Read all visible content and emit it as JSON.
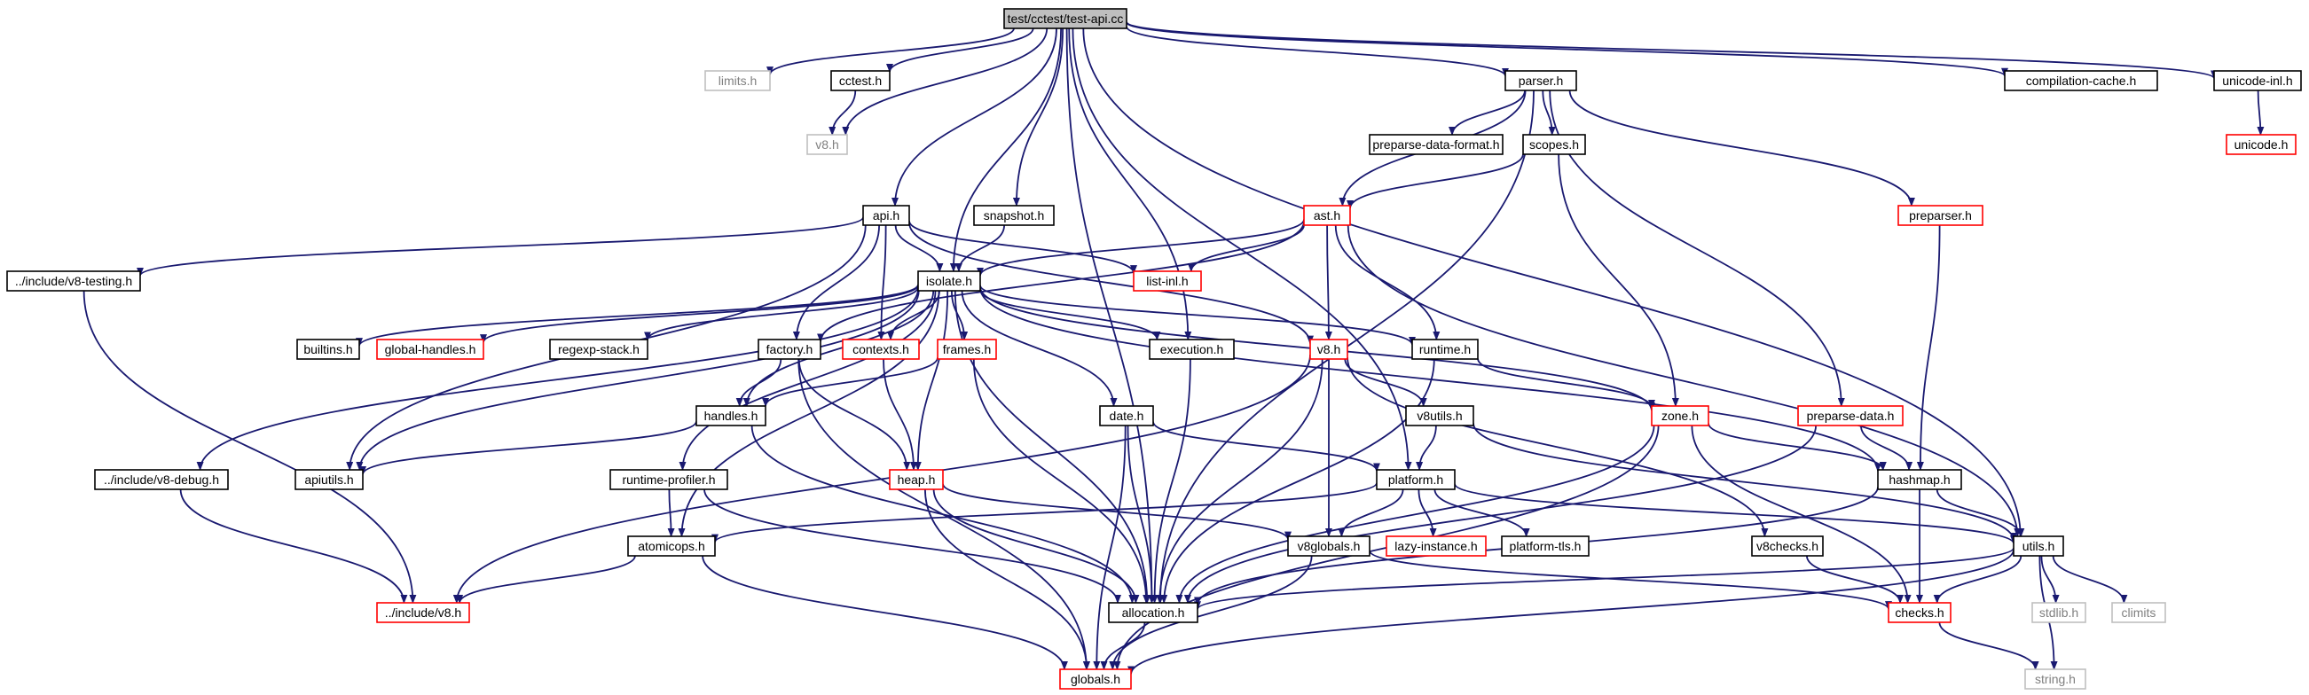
{
  "colors": {
    "edge": "#191970",
    "root_fill": "#bfbfbf",
    "node_border": "#000000",
    "linked_border": "#ff0000",
    "external_border": "#bfbfbf",
    "external_text": "#808080",
    "text": "#000000"
  },
  "nodes": [
    {
      "id": "root",
      "label": "test/cctest/test-api.cc",
      "kind": "root"
    },
    {
      "id": "limits",
      "label": "limits.h",
      "kind": "external"
    },
    {
      "id": "cctest",
      "label": "cctest.h",
      "kind": "normal"
    },
    {
      "id": "v8h_ext",
      "label": "v8.h",
      "kind": "external"
    },
    {
      "id": "parser",
      "label": "parser.h",
      "kind": "normal"
    },
    {
      "id": "ppdf",
      "label": "preparse-data-format.h",
      "kind": "normal"
    },
    {
      "id": "scopes",
      "label": "scopes.h",
      "kind": "normal"
    },
    {
      "id": "compcache",
      "label": "compilation-cache.h",
      "kind": "normal"
    },
    {
      "id": "unicodeinl",
      "label": "unicode-inl.h",
      "kind": "normal"
    },
    {
      "id": "unicode",
      "label": "unicode.h",
      "kind": "linked"
    },
    {
      "id": "api",
      "label": "api.h",
      "kind": "normal"
    },
    {
      "id": "snapshot",
      "label": "snapshot.h",
      "kind": "normal"
    },
    {
      "id": "ast",
      "label": "ast.h",
      "kind": "linked"
    },
    {
      "id": "preparser",
      "label": "preparser.h",
      "kind": "linked"
    },
    {
      "id": "v8testing",
      "label": "../include/v8-testing.h",
      "kind": "normal"
    },
    {
      "id": "isolate",
      "label": "isolate.h",
      "kind": "normal"
    },
    {
      "id": "listinl",
      "label": "list-inl.h",
      "kind": "linked"
    },
    {
      "id": "builtins",
      "label": "builtins.h",
      "kind": "normal"
    },
    {
      "id": "globalhandles",
      "label": "global-handles.h",
      "kind": "linked"
    },
    {
      "id": "regexpstack",
      "label": "regexp-stack.h",
      "kind": "normal"
    },
    {
      "id": "factory",
      "label": "factory.h",
      "kind": "normal"
    },
    {
      "id": "contexts",
      "label": "contexts.h",
      "kind": "linked"
    },
    {
      "id": "frames",
      "label": "frames.h",
      "kind": "linked"
    },
    {
      "id": "execution",
      "label": "execution.h",
      "kind": "normal"
    },
    {
      "id": "v8h",
      "label": "v8.h",
      "kind": "linked"
    },
    {
      "id": "runtime",
      "label": "runtime.h",
      "kind": "normal"
    },
    {
      "id": "preparsedata",
      "label": "preparse-data.h",
      "kind": "linked"
    },
    {
      "id": "handles",
      "label": "handles.h",
      "kind": "normal"
    },
    {
      "id": "date",
      "label": "date.h",
      "kind": "normal"
    },
    {
      "id": "v8utils",
      "label": "v8utils.h",
      "kind": "normal"
    },
    {
      "id": "zone",
      "label": "zone.h",
      "kind": "linked"
    },
    {
      "id": "v8debug",
      "label": "../include/v8-debug.h",
      "kind": "normal"
    },
    {
      "id": "apiutils",
      "label": "apiutils.h",
      "kind": "normal"
    },
    {
      "id": "rprofiler",
      "label": "runtime-profiler.h",
      "kind": "normal"
    },
    {
      "id": "heap",
      "label": "heap.h",
      "kind": "linked"
    },
    {
      "id": "platform",
      "label": "platform.h",
      "kind": "normal"
    },
    {
      "id": "hashmap",
      "label": "hashmap.h",
      "kind": "normal"
    },
    {
      "id": "atomicops",
      "label": "atomicops.h",
      "kind": "normal"
    },
    {
      "id": "v8globals",
      "label": "v8globals.h",
      "kind": "normal"
    },
    {
      "id": "lazyinst",
      "label": "lazy-instance.h",
      "kind": "linked"
    },
    {
      "id": "platformtls",
      "label": "platform-tls.h",
      "kind": "normal"
    },
    {
      "id": "v8checks",
      "label": "v8checks.h",
      "kind": "normal"
    },
    {
      "id": "utils",
      "label": "utils.h",
      "kind": "normal"
    },
    {
      "id": "incv8",
      "label": "../include/v8.h",
      "kind": "linked"
    },
    {
      "id": "allocation",
      "label": "allocation.h",
      "kind": "normal"
    },
    {
      "id": "checks",
      "label": "checks.h",
      "kind": "linked"
    },
    {
      "id": "stdlib",
      "label": "stdlib.h",
      "kind": "external"
    },
    {
      "id": "climits",
      "label": "climits",
      "kind": "external"
    },
    {
      "id": "globals",
      "label": "globals.h",
      "kind": "linked"
    },
    {
      "id": "string",
      "label": "string.h",
      "kind": "external"
    }
  ],
  "edges": [
    [
      "root",
      "limits"
    ],
    [
      "root",
      "cctest"
    ],
    [
      "root",
      "v8h_ext"
    ],
    [
      "root",
      "parser"
    ],
    [
      "root",
      "compcache"
    ],
    [
      "root",
      "unicodeinl"
    ],
    [
      "root",
      "api"
    ],
    [
      "root",
      "snapshot"
    ],
    [
      "root",
      "isolate"
    ],
    [
      "root",
      "execution"
    ],
    [
      "root",
      "platform"
    ],
    [
      "root",
      "utils"
    ],
    [
      "root",
      "allocation"
    ],
    [
      "cctest",
      "v8h_ext"
    ],
    [
      "unicodeinl",
      "unicode"
    ],
    [
      "parser",
      "ppdf"
    ],
    [
      "parser",
      "scopes"
    ],
    [
      "parser",
      "ast"
    ],
    [
      "parser",
      "preparser"
    ],
    [
      "parser",
      "preparsedata"
    ],
    [
      "parser",
      "allocation"
    ],
    [
      "scopes",
      "ast"
    ],
    [
      "scopes",
      "zone"
    ],
    [
      "preparser",
      "hashmap"
    ],
    [
      "api",
      "v8testing"
    ],
    [
      "api",
      "isolate"
    ],
    [
      "api",
      "listinl"
    ],
    [
      "api",
      "factory"
    ],
    [
      "api",
      "contexts"
    ],
    [
      "api",
      "v8h"
    ],
    [
      "api",
      "apiutils"
    ],
    [
      "snapshot",
      "isolate"
    ],
    [
      "ast",
      "isolate"
    ],
    [
      "ast",
      "listinl"
    ],
    [
      "ast",
      "factory"
    ],
    [
      "ast",
      "v8h"
    ],
    [
      "ast",
      "runtime"
    ],
    [
      "ast",
      "utils"
    ],
    [
      "v8testing",
      "incv8"
    ],
    [
      "isolate",
      "builtins"
    ],
    [
      "isolate",
      "globalhandles"
    ],
    [
      "isolate",
      "regexpstack"
    ],
    [
      "isolate",
      "contexts"
    ],
    [
      "isolate",
      "frames"
    ],
    [
      "isolate",
      "execution"
    ],
    [
      "isolate",
      "runtime"
    ],
    [
      "isolate",
      "zone"
    ],
    [
      "isolate",
      "handles"
    ],
    [
      "isolate",
      "date"
    ],
    [
      "isolate",
      "v8debug"
    ],
    [
      "isolate",
      "apiutils"
    ],
    [
      "isolate",
      "rprofiler"
    ],
    [
      "isolate",
      "heap"
    ],
    [
      "isolate",
      "atomicops"
    ],
    [
      "isolate",
      "hashmap"
    ],
    [
      "isolate",
      "allocation"
    ],
    [
      "factory",
      "handles"
    ],
    [
      "factory",
      "heap"
    ],
    [
      "factory",
      "globals"
    ],
    [
      "contexts",
      "heap"
    ],
    [
      "frames",
      "handles"
    ],
    [
      "frames",
      "allocation"
    ],
    [
      "execution",
      "allocation"
    ],
    [
      "v8h",
      "v8utils"
    ],
    [
      "v8h",
      "v8globals"
    ],
    [
      "v8h",
      "v8checks"
    ],
    [
      "v8h",
      "incv8"
    ],
    [
      "v8h",
      "allocation"
    ],
    [
      "runtime",
      "zone"
    ],
    [
      "runtime",
      "allocation"
    ],
    [
      "preparsedata",
      "hashmap"
    ],
    [
      "preparsedata",
      "allocation"
    ],
    [
      "handles",
      "apiutils"
    ],
    [
      "handles",
      "allocation"
    ],
    [
      "date",
      "platform"
    ],
    [
      "date",
      "allocation"
    ],
    [
      "date",
      "globals"
    ],
    [
      "v8utils",
      "platform"
    ],
    [
      "v8utils",
      "utils"
    ],
    [
      "zone",
      "hashmap"
    ],
    [
      "zone",
      "checks"
    ],
    [
      "zone",
      "allocation"
    ],
    [
      "zone",
      "globals"
    ],
    [
      "v8debug",
      "incv8"
    ],
    [
      "rprofiler",
      "atomicops"
    ],
    [
      "rprofiler",
      "allocation"
    ],
    [
      "heap",
      "v8globals"
    ],
    [
      "heap",
      "allocation"
    ],
    [
      "heap",
      "globals"
    ],
    [
      "platform",
      "atomicops"
    ],
    [
      "platform",
      "v8globals"
    ],
    [
      "platform",
      "lazyinst"
    ],
    [
      "platform",
      "platformtls"
    ],
    [
      "platform",
      "utils"
    ],
    [
      "hashmap",
      "utils"
    ],
    [
      "hashmap",
      "checks"
    ],
    [
      "hashmap",
      "allocation"
    ],
    [
      "atomicops",
      "incv8"
    ],
    [
      "atomicops",
      "globals"
    ],
    [
      "v8globals",
      "checks"
    ],
    [
      "v8globals",
      "globals"
    ],
    [
      "v8checks",
      "checks"
    ],
    [
      "utils",
      "allocation"
    ],
    [
      "utils",
      "checks"
    ],
    [
      "utils",
      "stdlib"
    ],
    [
      "utils",
      "climits"
    ],
    [
      "utils",
      "globals"
    ],
    [
      "utils",
      "string"
    ],
    [
      "allocation",
      "globals"
    ],
    [
      "checks",
      "string"
    ]
  ]
}
